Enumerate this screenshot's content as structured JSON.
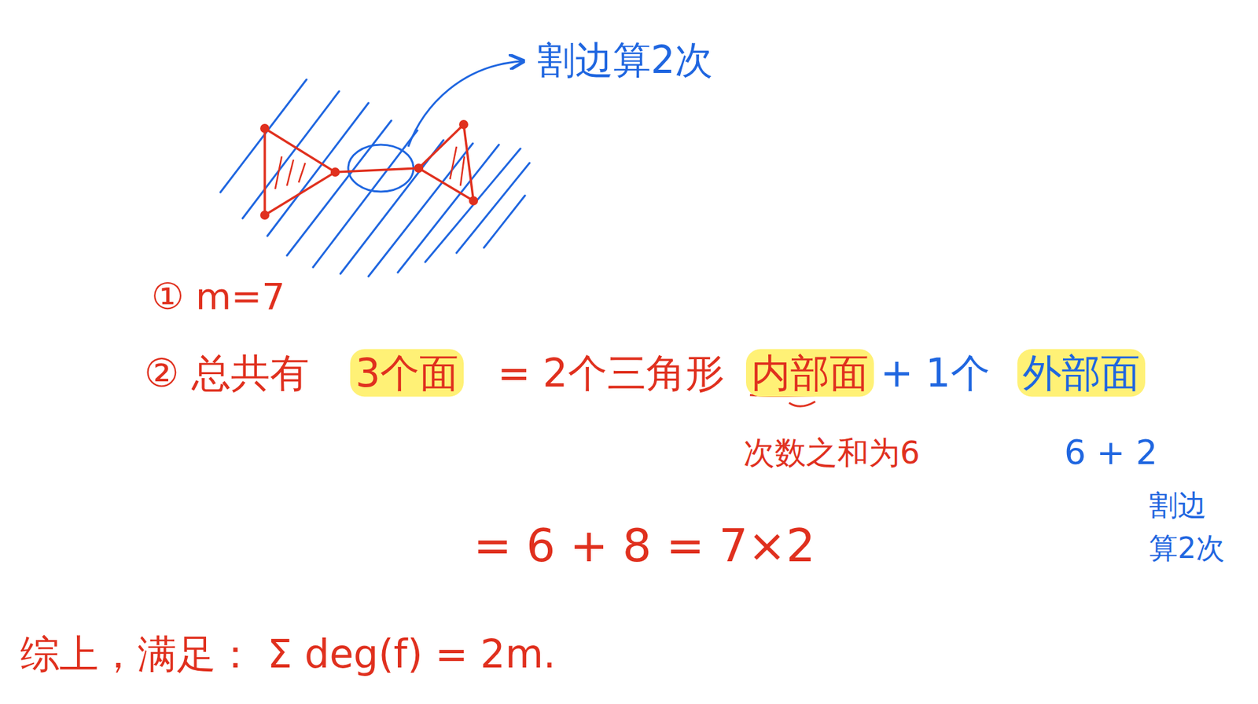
{
  "diagram": {
    "labels": [
      "割边算2次",
      "① m=7",
      "② 总共有",
      "3个面",
      "= 2个三角形",
      "内部面",
      "+ 1个",
      "外部面",
      "次数之和为6",
      "6 + 2",
      "割边 算2次",
      "= 6 + 8 = 7×2",
      "综上，满足： Σ deg(f) = 2m."
    ]
  }
}
